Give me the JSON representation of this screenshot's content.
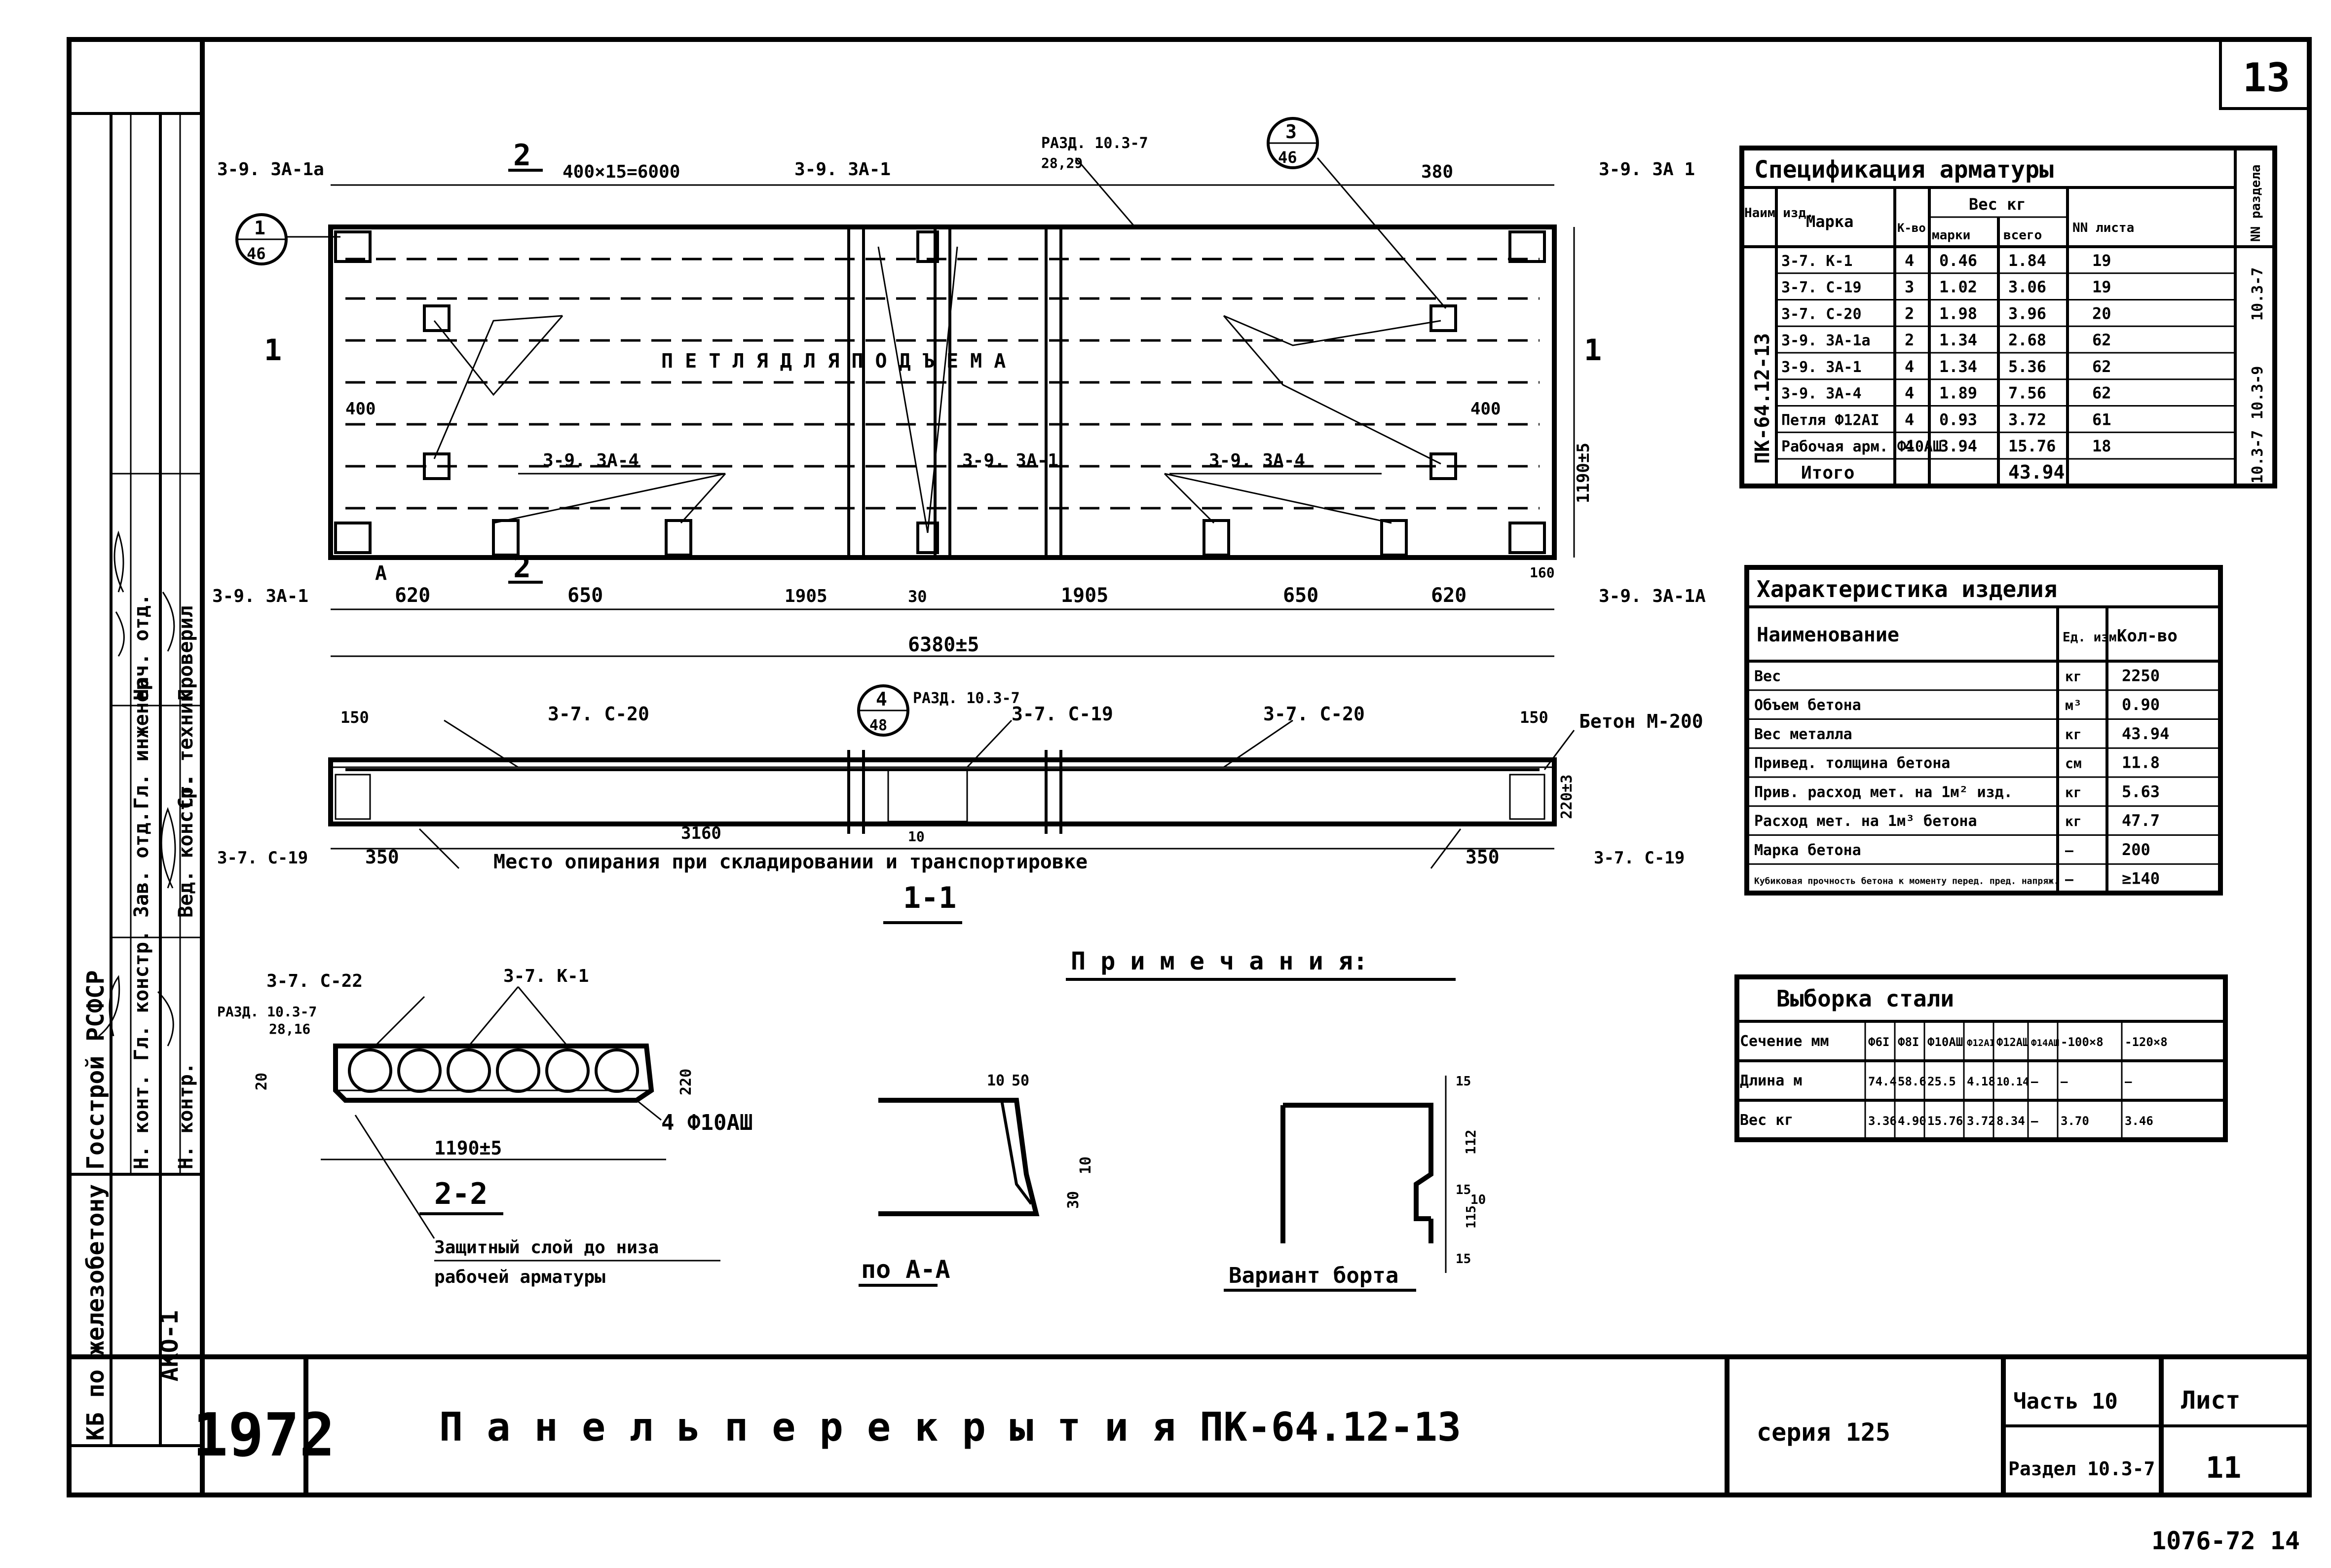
{
  "sheet_number_corner": "13",
  "bottom_code": "1076-72 14",
  "plan": {
    "top_dim": "400×15=6000",
    "top_right_dim": "380",
    "section_mark_top": "2",
    "callout_top_left": {
      "num": "1",
      "den": "46"
    },
    "callout_top_right": {
      "num": "3",
      "den": "46"
    },
    "razd_label": "РАЗД. 10.3-7",
    "razd_sub": "28,29",
    "labels": {
      "tl": "3-9. ЗА-1а",
      "tc": "3-9. ЗА-1",
      "tr": "3-9. ЗА 1",
      "lift": "П Е Т Л Я   Д Л Я   П О Д Ъ Е М А",
      "bc1": "3-9. ЗА-4",
      "bc2": "3-9. ЗА-1",
      "bc3": "3-9. ЗА-4",
      "bl": "3-9. ЗА-1",
      "br": "3-9. ЗА-1А",
      "a": "А",
      "s1": "1",
      "s2": "1",
      "d400a": "400",
      "d400b": "400",
      "height": "1190±5",
      "d160": "160"
    },
    "bottom_dims": [
      "620",
      "650",
      "1905",
      "30",
      "1905",
      "650",
      "620"
    ],
    "overall": "6380±5"
  },
  "section11": {
    "label": "1-1",
    "c20_left": "3-7. С-20",
    "c19_mid": "3-7. С-19",
    "c20_right": "3-7. С-20",
    "beton": "Бетон М-200",
    "callout": {
      "num": "4",
      "den": "48"
    },
    "razd": "РАЗД. 10.3-7",
    "d150a": "150",
    "d150b": "150",
    "d3160": "3160",
    "d350a": "350",
    "d350b": "350",
    "d220": "220±3",
    "d10": "10",
    "c19_left": "3-7. С-19",
    "c19_right": "3-7. С-19",
    "support": "Место   опирания   при   складировании   и   транспортировке"
  },
  "section22": {
    "label": "2-2",
    "c22": "3-7. С-22",
    "k1": "3-7. К-1",
    "razd": "РАЗД. 10.3-7",
    "razd_sub": "28,16",
    "d220": "220",
    "d1190": "1190±5",
    "rebar": "4 Ф10АШ",
    "cover_note1": "Защитный слой до низа",
    "cover_note2": "рабочей арматуры",
    "d20": "20"
  },
  "notes_title": "П р и м е ч а н и я:",
  "detail_a": {
    "label": "по А-А",
    "d10": "10",
    "d50": "50",
    "d30": "30",
    "d10b": "10"
  },
  "detail_b": {
    "label": "Вариант борта",
    "d15a": "15",
    "d112": "112",
    "d15b": "15",
    "d10": "10",
    "d115": "115",
    "d15c": "15"
  },
  "spec_table": {
    "title": "Спецификация арматуры",
    "headers": {
      "naim": "Наим изд.",
      "marka": "Марка",
      "kol": "К-во",
      "ves": "Вес кг",
      "ves_m": "марки",
      "ves_v": "всего",
      "list": "NN листа",
      "razdel": "NN раздела"
    },
    "item": "ПК-64.12-13",
    "rows": [
      {
        "marka": "3-7. К-1",
        "kol": "4",
        "m": "0.46",
        "v": "1.84",
        "list": "19"
      },
      {
        "marka": "3-7. С-19",
        "kol": "3",
        "m": "1.02",
        "v": "3.06",
        "list": "19"
      },
      {
        "marka": "3-7. С-20",
        "kol": "2",
        "m": "1.98",
        "v": "3.96",
        "list": "20"
      },
      {
        "marka": "3-9. ЗА-1а",
        "kol": "2",
        "m": "1.34",
        "v": "2.68",
        "list": "62"
      },
      {
        "marka": "3-9. ЗА-1",
        "kol": "4",
        "m": "1.34",
        "v": "5.36",
        "list": "62"
      },
      {
        "marka": "3-9. ЗА-4",
        "kol": "4",
        "m": "1.89",
        "v": "7.56",
        "list": "62"
      },
      {
        "marka": "Петля Ф12АI",
        "kol": "4",
        "m": "0.93",
        "v": "3.72",
        "list": "61"
      },
      {
        "marka": "Рабочая арм. Ф10АШ",
        "kol": "4",
        "m": "3.94",
        "v": "15.76",
        "list": "18"
      }
    ],
    "total_label": "Итого",
    "total": "43.94",
    "razdels": [
      "10.3-7",
      "10.3-9",
      "10.3-7"
    ]
  },
  "char_table": {
    "title": "Характеристика изделия",
    "headers": [
      "Наименование",
      "Ед. изм.",
      "Кол-во"
    ],
    "rows": [
      [
        "Вес",
        "кг",
        "2250"
      ],
      [
        "Объем бетона",
        "м³",
        "0.90"
      ],
      [
        "Вес металла",
        "кг",
        "43.94"
      ],
      [
        "Привед. толщина бетона",
        "см",
        "11.8"
      ],
      [
        "Прив. расход мет. на 1м² изд.",
        "кг",
        "5.63"
      ],
      [
        "Расход мет. на 1м³ бетона",
        "кг",
        "47.7"
      ],
      [
        "Марка бетона",
        "—",
        "200"
      ],
      [
        "Кубиковая прочность бетона к моменту перед. пред. напряж.",
        "—",
        "≥140"
      ]
    ]
  },
  "steel_table": {
    "title": "Выборка стали",
    "cols": [
      "Сечение мм",
      "Ф6I",
      "Ф8I",
      "Ф10АШ",
      "Ф12АI",
      "Ф12АШ",
      "Ф14АШ",
      "-100×8",
      "-120×8"
    ],
    "len": [
      "Длина м",
      "74.4",
      "58.6",
      "25.5",
      "4.18",
      "10.14",
      "—",
      "—",
      "—"
    ],
    "wt": [
      "Вес кг",
      "3.36",
      "4.90",
      "15.76",
      "3.72",
      "8.34",
      "—",
      "3.70",
      "3.46"
    ]
  },
  "title_block": {
    "year": "1972",
    "title": "П а н е л ь    п е р е к р ы т и я    ПК-64.12-13",
    "series": "серия 125",
    "part": "Часть 10",
    "sheet_label": "Лист",
    "section": "Раздел 10.3-7",
    "sheet": "11",
    "org": "КБ по железобетону Госстрой РСФСР",
    "ako": "АКО-1"
  },
  "left_stamp": {
    "rows": [
      "Н. конт.",
      "Гл. констр.",
      "Зав. отд.",
      "Гл. инженер",
      "Нач. отд.",
      "Вед. констр.",
      "Ст. техник",
      "Проверил",
      "Н. контр."
    ]
  }
}
